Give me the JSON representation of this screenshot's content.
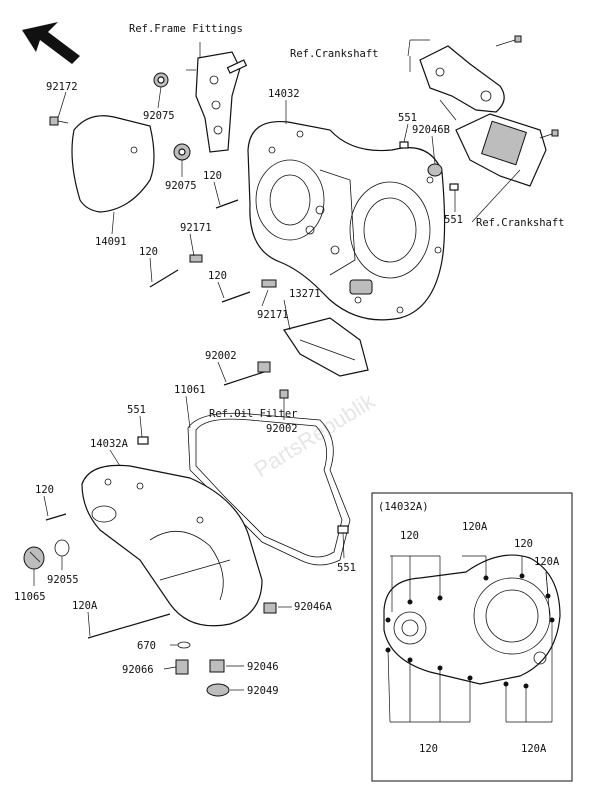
{
  "labels": {
    "ref_frame_fittings": "Ref.Frame Fittings",
    "ref_crankshaft_top": "Ref.Crankshaft",
    "ref_crankshaft_right": "Ref.Crankshaft",
    "ref_oil_filter": "Ref.Oil Filter",
    "p92172": "92172",
    "p92075_a": "92075",
    "p92075_b": "92075",
    "p14032": "14032",
    "p551_a": "551",
    "p92046b": "92046B",
    "p551_b": "551",
    "p120_a": "120",
    "p92171_a": "92171",
    "p14091": "14091",
    "p120_b": "120",
    "p120_c": "120",
    "p13271": "13271",
    "p92171_b": "92171",
    "p92002_a": "92002",
    "p11061": "11061",
    "p551_c": "551",
    "p92002_b": "92002",
    "p14032a": "14032A",
    "p120_d": "120",
    "p92055": "92055",
    "p11065": "11065",
    "p120a_left": "120A",
    "p670": "670",
    "p92066": "92066",
    "p92046a": "92046A",
    "p92046": "92046",
    "p92049": "92049",
    "p551_d": "551"
  },
  "inset": {
    "title": "(14032A)",
    "top_120_a": "120",
    "top_120a_a": "120A",
    "top_120_b": "120",
    "top_120a_b": "120A",
    "bottom_120": "120",
    "bottom_120a": "120A"
  },
  "watermark": "PartsRepublik"
}
